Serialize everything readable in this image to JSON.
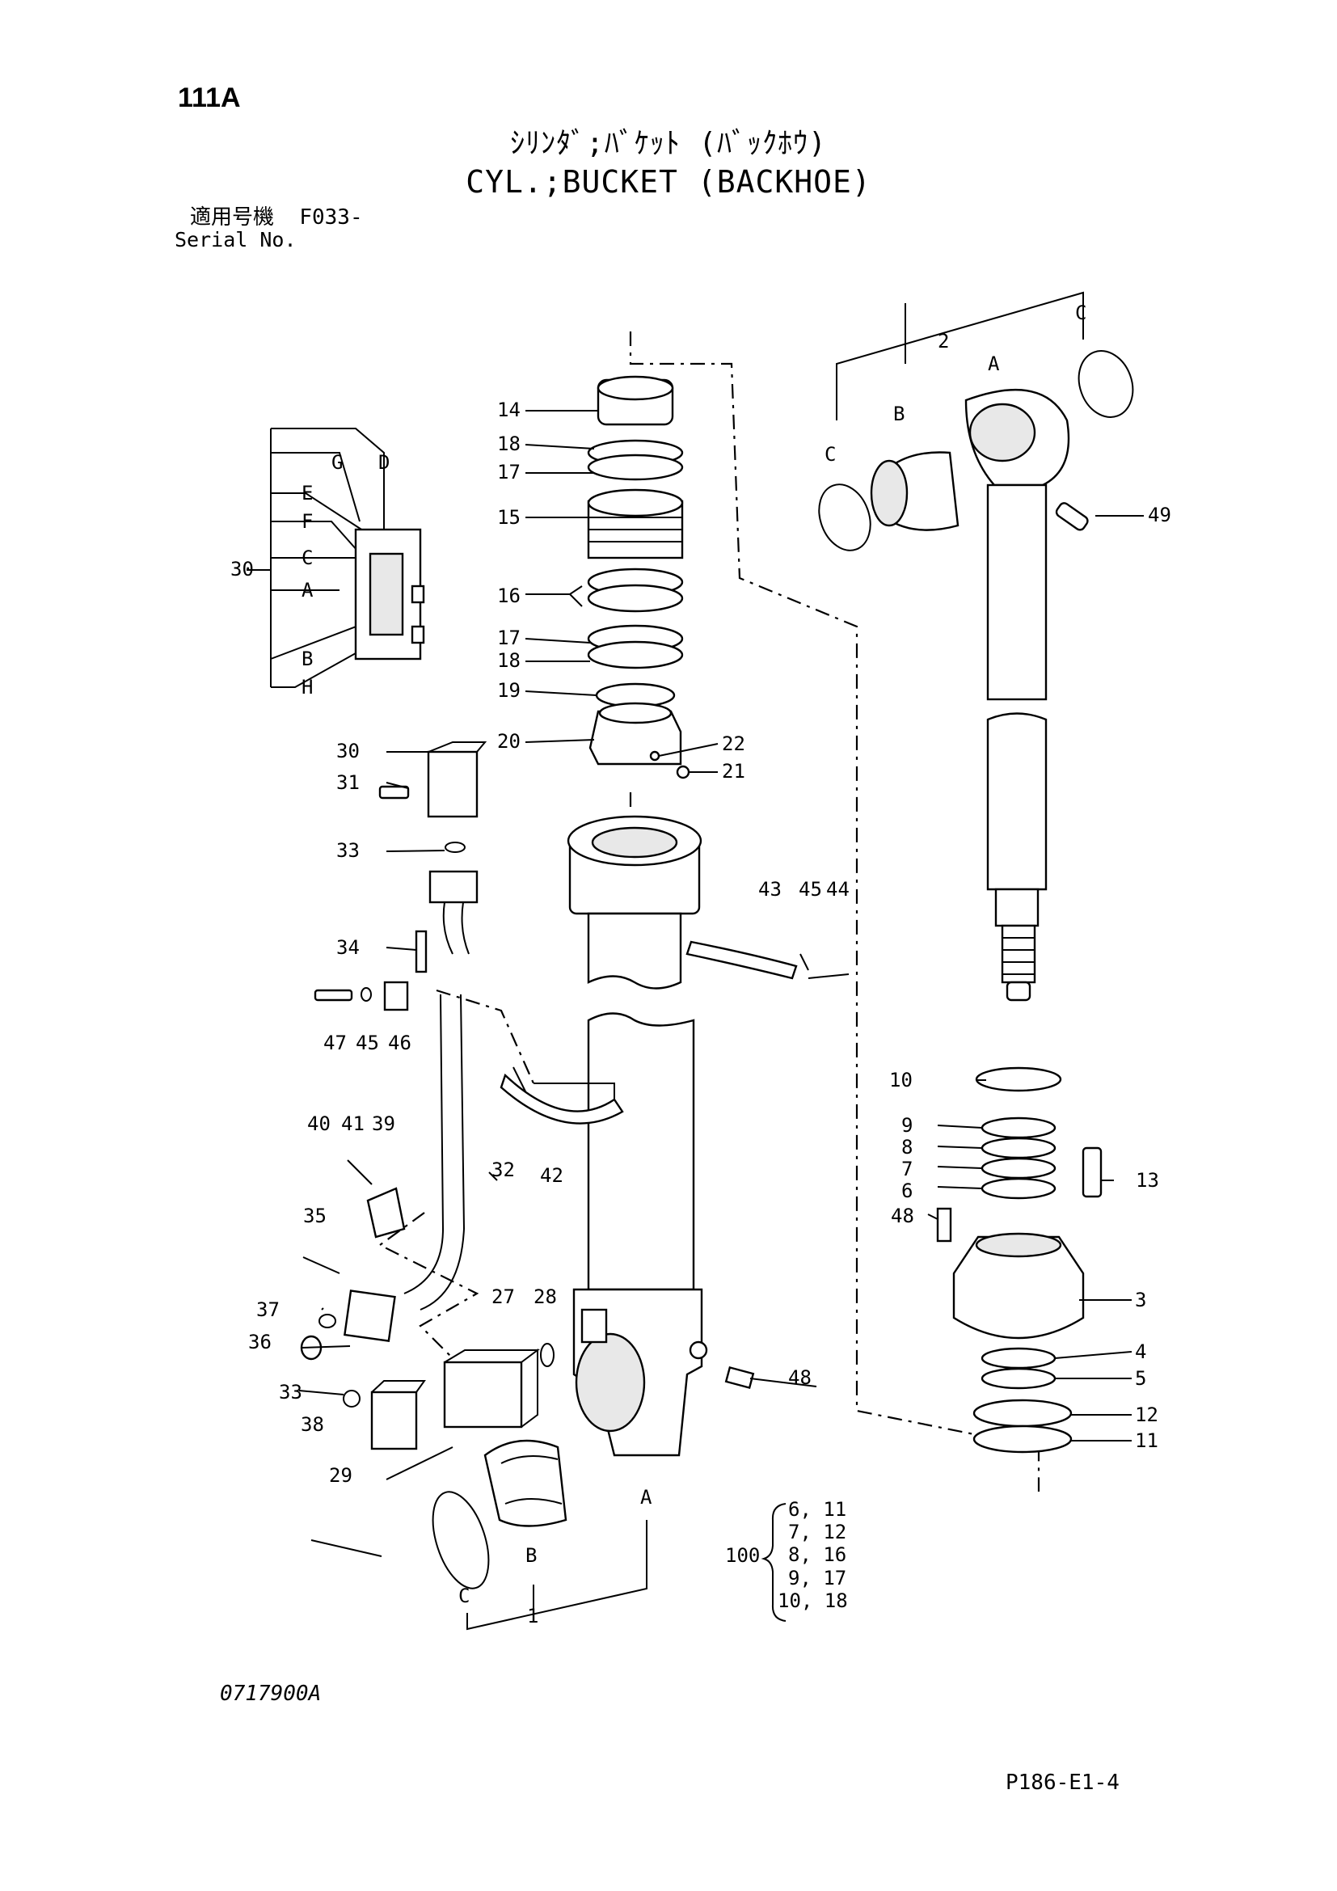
{
  "header": {
    "page_code": "111A",
    "title_jp": "ｼﾘﾝﾀﾞ;ﾊﾞｹｯﾄ (ﾊﾞｯｸﾎｳ)",
    "title_en": "CYL.;BUCKET (BACKHOE)",
    "serial_label_jp": "適用号機",
    "serial_value": "F033-",
    "serial_label_en": "Serial No."
  },
  "footer": {
    "drawing_number": "0717900A",
    "page_reference": "P186-E1-4"
  },
  "callouts": [
    {
      "id": "14",
      "label": "14"
    },
    {
      "id": "18a",
      "label": "18"
    },
    {
      "id": "17a",
      "label": "17"
    },
    {
      "id": "15",
      "label": "15"
    },
    {
      "id": "16",
      "label": "16"
    },
    {
      "id": "17b",
      "label": "17"
    },
    {
      "id": "18b",
      "label": "18"
    },
    {
      "id": "19",
      "label": "19"
    },
    {
      "id": "20",
      "label": "20"
    },
    {
      "id": "22",
      "label": "22"
    },
    {
      "id": "21",
      "label": "21"
    },
    {
      "id": "30a",
      "label": "30"
    },
    {
      "id": "30b",
      "label": "30"
    },
    {
      "id": "31",
      "label": "31"
    },
    {
      "id": "33a",
      "label": "33"
    },
    {
      "id": "34",
      "label": "34"
    },
    {
      "id": "47",
      "label": "47"
    },
    {
      "id": "45a",
      "label": "45"
    },
    {
      "id": "46",
      "label": "46"
    },
    {
      "id": "43",
      "label": "43"
    },
    {
      "id": "45b",
      "label": "45"
    },
    {
      "id": "44",
      "label": "44"
    },
    {
      "id": "40",
      "label": "40"
    },
    {
      "id": "41",
      "label": "41"
    },
    {
      "id": "39",
      "label": "39"
    },
    {
      "id": "32",
      "label": "32"
    },
    {
      "id": "42",
      "label": "42"
    },
    {
      "id": "35",
      "label": "35"
    },
    {
      "id": "37",
      "label": "37"
    },
    {
      "id": "36",
      "label": "36"
    },
    {
      "id": "27",
      "label": "27"
    },
    {
      "id": "28",
      "label": "28"
    },
    {
      "id": "33b",
      "label": "33"
    },
    {
      "id": "38",
      "label": "38"
    },
    {
      "id": "29",
      "label": "29"
    },
    {
      "id": "48a",
      "label": "48"
    },
    {
      "id": "1",
      "label": "1"
    },
    {
      "id": "2",
      "label": "2"
    },
    {
      "id": "49",
      "label": "49"
    },
    {
      "id": "10",
      "label": "10"
    },
    {
      "id": "9",
      "label": "9"
    },
    {
      "id": "8",
      "label": "8"
    },
    {
      "id": "7",
      "label": "7"
    },
    {
      "id": "6",
      "label": "6"
    },
    {
      "id": "13",
      "label": "13"
    },
    {
      "id": "48b",
      "label": "48"
    },
    {
      "id": "3",
      "label": "3"
    },
    {
      "id": "4",
      "label": "4"
    },
    {
      "id": "5",
      "label": "5"
    },
    {
      "id": "12",
      "label": "12"
    },
    {
      "id": "11",
      "label": "11"
    }
  ],
  "detail_letters": [
    {
      "id": "G",
      "label": "G"
    },
    {
      "id": "D",
      "label": "D"
    },
    {
      "id": "E",
      "label": "E"
    },
    {
      "id": "F",
      "label": "F"
    },
    {
      "id": "C",
      "label": "C"
    },
    {
      "id": "A",
      "label": "A"
    },
    {
      "id": "B",
      "label": "B"
    },
    {
      "id": "H",
      "label": "H"
    }
  ],
  "reference_letters": [
    {
      "id": "head-A",
      "label": "A"
    },
    {
      "id": "head-B",
      "label": "B"
    },
    {
      "id": "head-C1",
      "label": "C"
    },
    {
      "id": "head-C2",
      "label": "C"
    },
    {
      "id": "tube-A",
      "label": "A"
    },
    {
      "id": "tube-B",
      "label": "B"
    },
    {
      "id": "tube-C",
      "label": "C"
    }
  ],
  "seal_kit": {
    "number": "100",
    "rows": [
      "6, 11",
      "7, 12",
      "8, 16",
      "9, 17",
      "10, 18"
    ]
  }
}
